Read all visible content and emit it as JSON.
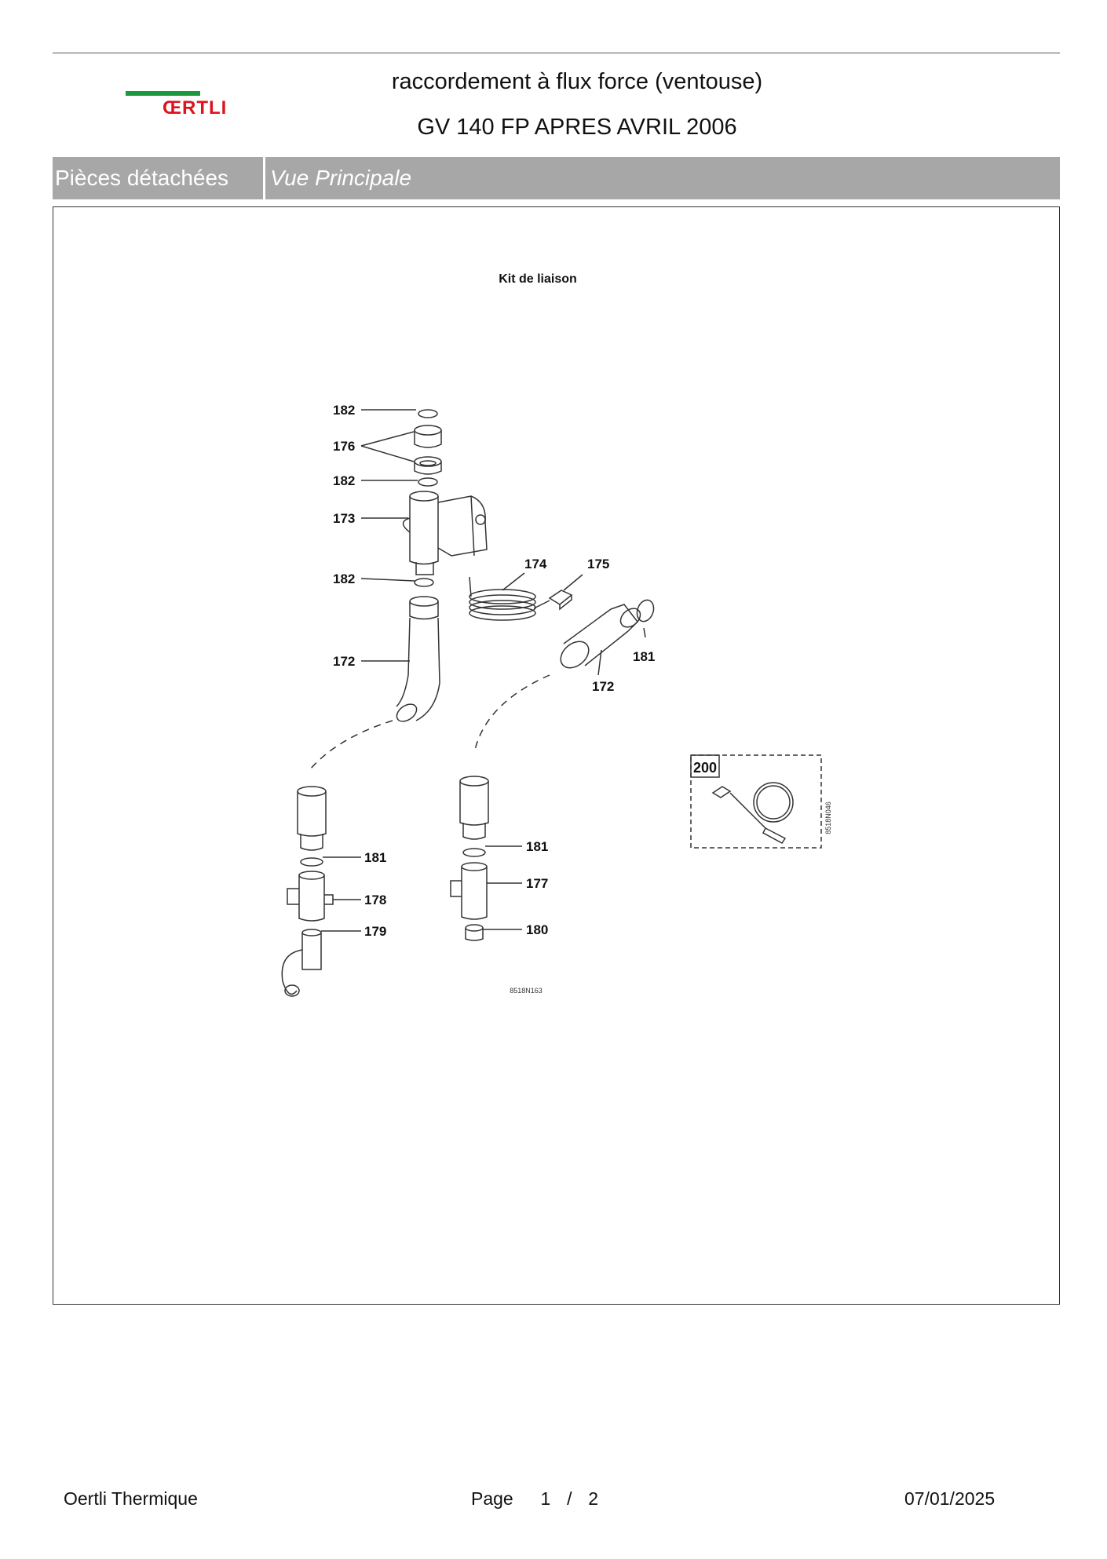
{
  "header": {
    "logo_text": "ŒRTLI",
    "title_line1": "raccordement à flux force (ventouse)",
    "title_line2": "GV 140 FP APRES AVRIL 2006"
  },
  "tabs": [
    {
      "label": "Pièces détachées"
    },
    {
      "label": "Vue Principale"
    }
  ],
  "drawing": {
    "caption": "Kit de liaison",
    "labels": {
      "l182a": "182",
      "l176": "176",
      "l182b": "182",
      "l173": "173",
      "l182c": "182",
      "l174": "174",
      "l175": "175",
      "l172a": "172",
      "l172b": "172",
      "l181a": "181",
      "l181b": "181",
      "l181c": "181",
      "l178": "178",
      "l179": "179",
      "l177": "177",
      "l180": "180",
      "l200": "200"
    },
    "ref_main": "8518N163",
    "ref_box": "8518N046"
  },
  "footer": {
    "company": "Oertli Thermique",
    "page_label": "Page",
    "page_current": "1",
    "page_sep": "/",
    "page_total": "2",
    "date": "07/01/2025"
  },
  "colors": {
    "brand_red": "#e0131d",
    "brand_green": "#1a9a3a",
    "tab_bg": "#a7a7a7"
  }
}
